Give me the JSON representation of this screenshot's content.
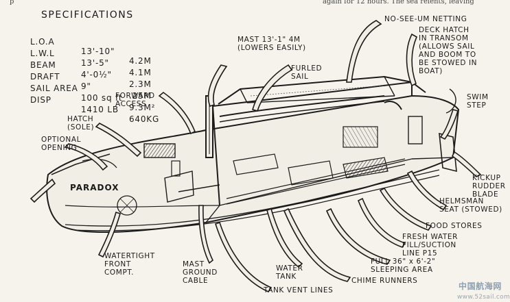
{
  "top_text": {
    "left": "p",
    "right": "again for 12 hours. The sea relents, leaving"
  },
  "specs": {
    "title": "SPECIFICATIONS",
    "rows": [
      {
        "label": "L.O.A",
        "imperial": "13'-10\"",
        "metric": "4.2M"
      },
      {
        "label": "L.W.L",
        "imperial": "13'-5\"",
        "metric": "4.1M"
      },
      {
        "label": "BEAM",
        "imperial": "4'-0½\"",
        "metric": "2.3M"
      },
      {
        "label": "DRAFT",
        "imperial": "9\"",
        "metric": ".25M"
      },
      {
        "label": "SAIL AREA",
        "imperial": "100 sq ft",
        "metric": "9.3M²"
      },
      {
        "label": "DISP",
        "imperial": "1410 LB",
        "metric": "640KG"
      }
    ]
  },
  "callouts": {
    "mast": "MAST 13'-1\" 4M\n(LOWERS EASILY)",
    "no_see_um": "NO-SEE-UM NETTING",
    "deck_hatch": "DECK HATCH\nIN TRANSOM\n(ALLOWS SAIL\nAND BOOM TO\nBE STOWED IN\nBOAT)",
    "furled_sail": "FURLED\nSAIL",
    "forward_access": "FORWARD\nACCESS",
    "hatch_sole": "HATCH\n(SOLE)",
    "optional_opening": "OPTIONAL\nOPENING",
    "swim_step": "SWIM\nSTEP",
    "kickup_rudder": "KICKUP\nRUDDER\nBLADE",
    "helmsman_seat": "HELMSMAN\nSEAT (STOWED)",
    "food_stores": "FOOD STORES",
    "fresh_water": "FRESH WATER\nFILL/SUCTION\nLINE P15",
    "sleeping_area": "FULL 36\" x 6'-2\"\nSLEEPING AREA",
    "watertight": "WATERTIGHT\nFRONT\nCOMPT.",
    "mast_ground": "MAST\nGROUND\nCABLE",
    "water_tank": "WATER\nTANK",
    "chime_runners": "CHIME RUNNERS",
    "tank_vent": "TANK VENT LINES"
  },
  "boat_name": "PARADOX",
  "watermark": {
    "logo": "中国航海网",
    "url": "www.52sail.com"
  }
}
